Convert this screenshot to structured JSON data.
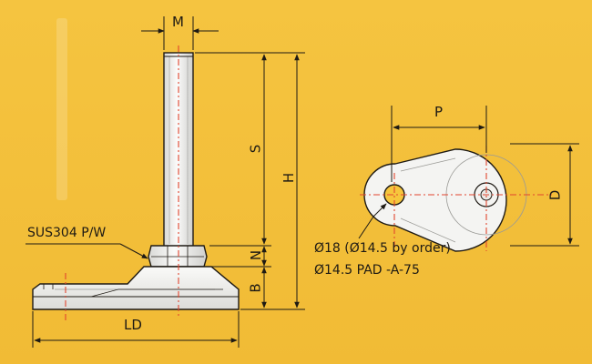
{
  "labels": {
    "m": "M",
    "s": "S",
    "h": "H",
    "n": "N",
    "b": "B",
    "ld": "LD",
    "p": "P",
    "d": "D"
  },
  "notes": {
    "material": "SUS304 P/W",
    "hole_diameter": "Ø18 (Ø14.5 by order)",
    "pad": "Ø14.5 PAD -A-75"
  },
  "colors": {
    "background": "#f3bf3a",
    "part_fill": "#f4f4f2",
    "outline": "#1e1a14",
    "centerline": "#e2452f"
  }
}
